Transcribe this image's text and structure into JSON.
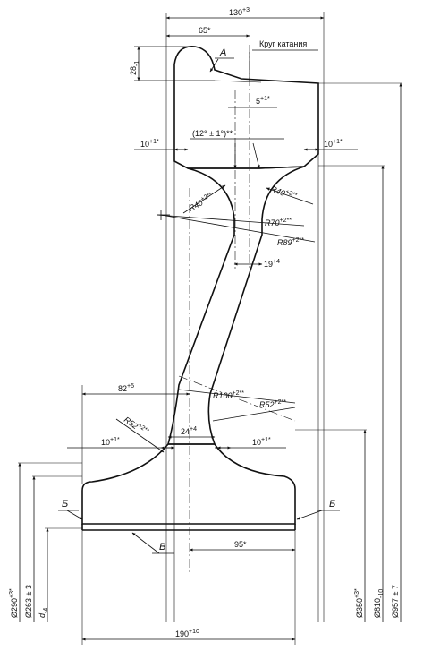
{
  "drawing": {
    "dimensions": {
      "rim_width": "130",
      "rim_width_tol": "+3",
      "flange_offset": "65*",
      "flange_height": "28",
      "flange_height_tol": "-1",
      "rolling_circle": "Круг катания",
      "angle": "(12° ± 1°)**",
      "rim_offset": "5",
      "rim_offset_tol": "+1*",
      "rim_chamfer_left": "10",
      "rim_chamfer_left_tol": "+1*",
      "rim_chamfer_right": "10",
      "rim_chamfer_right_tol": "+1*",
      "r40_left": "R40",
      "r40_left_tol": "+2**",
      "r40_right": "R40",
      "r40_right_tol": "+2**",
      "r70": "R70",
      "r70_tol": "+2**",
      "r89": "R89",
      "r89_tol": "+2**",
      "web_thickness": "19",
      "web_thickness_tol": "+4",
      "web_offset": "82",
      "web_offset_tol": "+5",
      "r100": "R100",
      "r100_tol": "+2**",
      "r52_right": "R52",
      "r52_right_tol": "+2**",
      "r52_left": "R52",
      "r52_left_tol": "+2**",
      "hub_web": "24",
      "hub_web_tol": "+4",
      "hub_chamfer_left": "10",
      "hub_chamfer_left_tol": "+1*",
      "hub_chamfer_right": "10",
      "hub_chamfer_right_tol": "+1*",
      "hub_offset": "95*",
      "hub_length": "190",
      "hub_length_tol": "+10",
      "d290": "Ø290",
      "d290_tol": "+3*",
      "d263": "Ø263 ± 3",
      "d4": "d",
      "d4_tol": "-4",
      "d350": "Ø350",
      "d350_tol": "+3*",
      "d810": "Ø810",
      "d810_tol": "-10",
      "d957": "Ø957 ± 7"
    },
    "markers": {
      "a": "А",
      "b_left": "Б",
      "b_right": "Б",
      "v": "В"
    }
  }
}
